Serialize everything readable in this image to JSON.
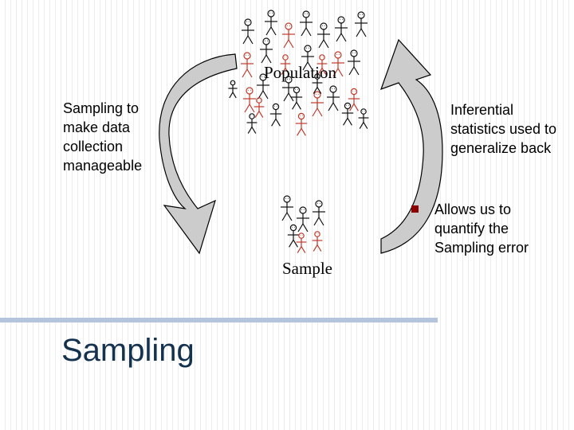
{
  "title": "Sampling",
  "labels": {
    "population": "Population",
    "sample": "Sample",
    "left_text": [
      "Sampling to",
      "make data",
      "collection",
      "manageable"
    ],
    "right_text": [
      "Inferential",
      "statistics used to",
      "generalize back"
    ],
    "bullet_text": [
      "Allows us to",
      "quantify the",
      "Sampling error"
    ]
  },
  "colors": {
    "figure_black": "#111111",
    "figure_red": "#c0392b",
    "arrow_fill": "#cccccc",
    "title": "#14314d",
    "rule": "#b4c4dc",
    "bullet": "#8b0000"
  },
  "figures": {
    "population_count": 29,
    "sample_count": 6
  }
}
